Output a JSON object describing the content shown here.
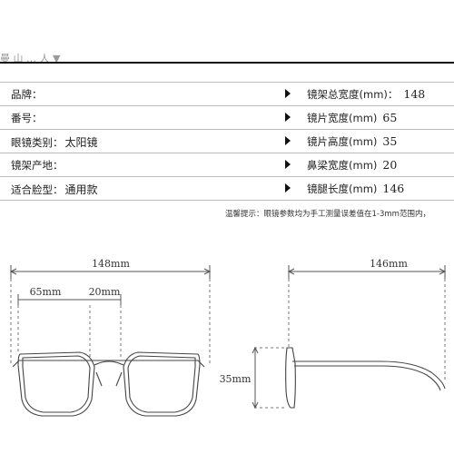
{
  "header": {
    "title_partial": "曼    山  … 人   ▼"
  },
  "specs": {
    "rows": [
      {
        "left_label": "品牌：",
        "left_value": "",
        "right_label": "镜架总宽度(mm)：",
        "right_value": "148"
      },
      {
        "left_label": "番号：",
        "left_value": "",
        "right_label": "镜片宽度(mm)",
        "right_value": "65"
      },
      {
        "left_label": "眼镜类别：",
        "left_value": "太阳镜",
        "right_label": "镜片高度(mm)",
        "right_value": "35"
      },
      {
        "left_label": "镜架产地：",
        "left_value": "",
        "right_label": "鼻梁宽度(mm)",
        "right_value": "20"
      },
      {
        "left_label": "适合脸型：",
        "left_value": "通用款",
        "right_label": "镜腿长度(mm)",
        "right_value": "146"
      }
    ]
  },
  "note": "温馨提示：眼镜参数均为手工测量误差值在1-3mm范围内，",
  "dimensions": {
    "front_total_width": "148mm",
    "lens_width": "65mm",
    "bridge_width": "20mm",
    "temple_length": "146mm",
    "lens_height": "35mm"
  }
}
